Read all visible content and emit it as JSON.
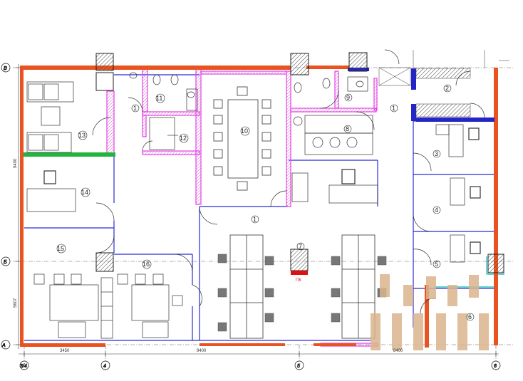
{
  "rooms": [
    "1",
    "1",
    "1",
    "2",
    "3",
    "4",
    "5",
    "6",
    "7",
    "8",
    "9",
    "10",
    "11",
    "12",
    "13",
    "14",
    "15",
    "16"
  ],
  "axes": [
    "В",
    "Б",
    "А",
    "3/4",
    "4",
    "5",
    "6"
  ],
  "dimensions": {
    "bottom": [
      "3450",
      "9400",
      "8400"
    ],
    "left": [
      "9400",
      "5607"
    ]
  },
  "markers": {
    "fire_hydrant": "ПК"
  },
  "colors": {
    "outer_wall": "#e8531f",
    "partition_magenta": "#e640e6",
    "partition_blue": "#2a2ad8",
    "glass_green": "#22b43c",
    "glass_cyan": "#2ec4c4",
    "column_hatch": "#555555",
    "overlay_tan": "#d9b48c",
    "furniture_gray": "#777777"
  }
}
